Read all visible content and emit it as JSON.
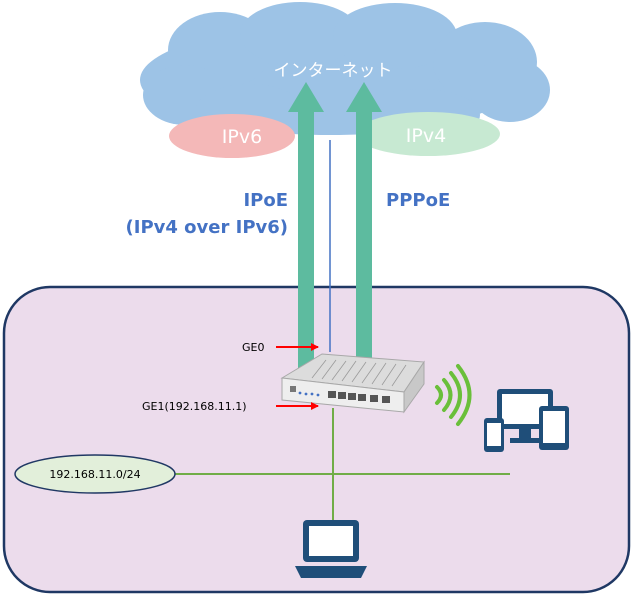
{
  "cloud": {
    "label": "インターネット",
    "fill": "#9dc3e6"
  },
  "ipv6_bubble": {
    "label": "IPv6",
    "fill": "#f4b8b8",
    "text_color": "#ffffff"
  },
  "ipv4_bubble": {
    "label": "IPv4",
    "fill": "#c7e9d2",
    "text_color": "#ffffff"
  },
  "connection_labels": {
    "ipoe_line1": "IPoE",
    "ipoe_line2": "(IPv4 over IPv6)",
    "pppoe": "PPPoE",
    "color": "#4472c4"
  },
  "arrows": {
    "fill": "#5dbb9f"
  },
  "lan_area": {
    "fill": "#ecdcec",
    "stroke": "#1f3864"
  },
  "interfaces": {
    "ge0": "GE0",
    "ge1": "GE1(192.168.11.1)",
    "pointer_color": "#ff0000"
  },
  "subnet": {
    "label": "192.168.11.0/24",
    "fill": "#e2efda",
    "stroke": "#203864"
  },
  "lan_line": {
    "color": "#70ad47"
  },
  "device_color": "#1f4e79",
  "wifi_color": "#6abf3a"
}
